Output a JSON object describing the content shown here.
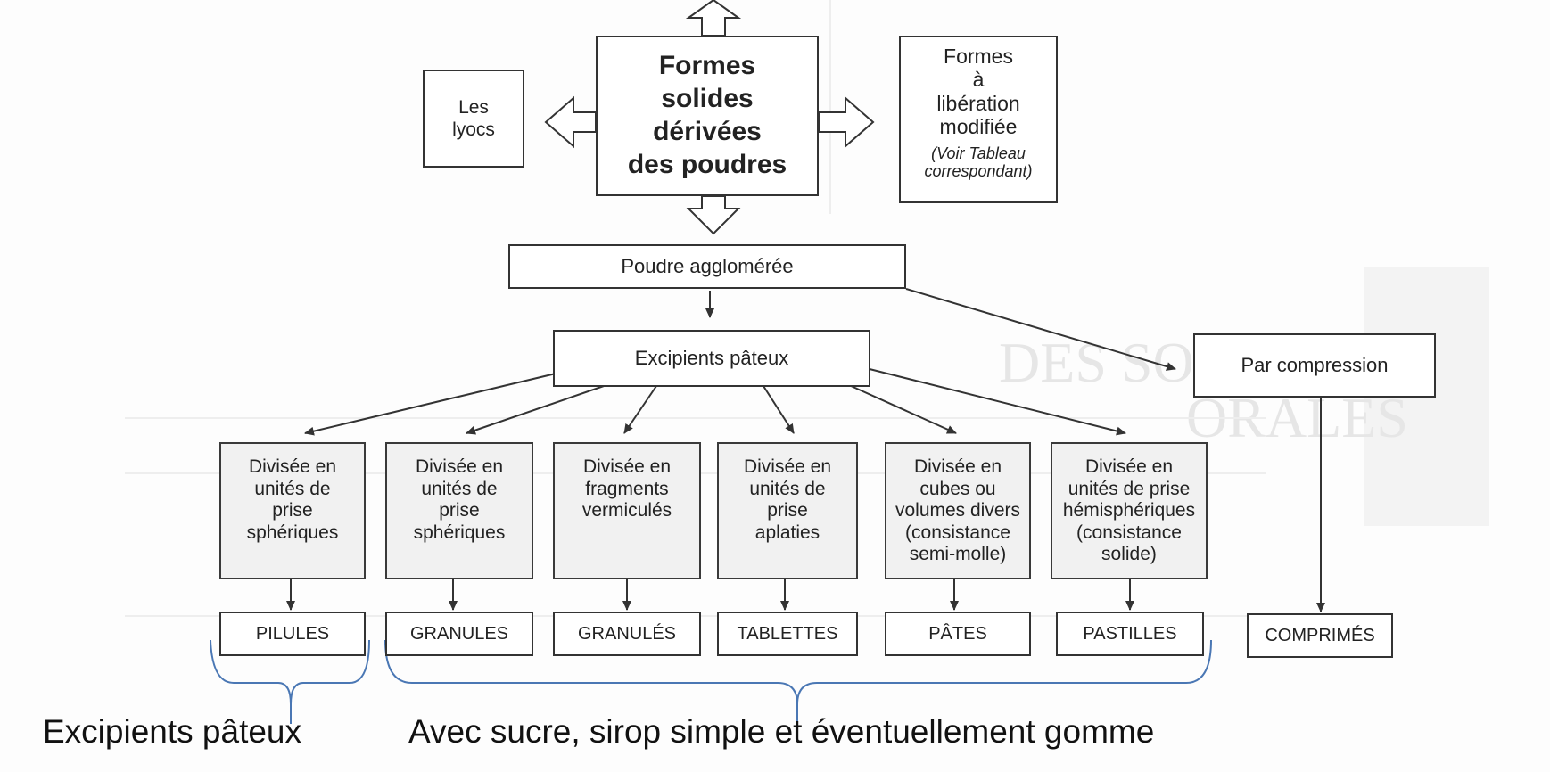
{
  "main_box": "Formes\nsolides\ndérivées\ndes poudres",
  "lyocs_box": "Les\nlyocs",
  "liberation_box": {
    "title": "Formes\nà\nlibération\nmodifiée",
    "note": "(Voir Tableau\ncorrespondant)"
  },
  "poudre_box": "Poudre agglomérée",
  "excipients_box": "Excipients pâteux",
  "compression_box": "Par compression",
  "divisions": [
    "Divisée en\nunités de\nprise\nsphériques",
    "Divisée en\nunités de\nprise\nsphériques",
    "Divisée en\nfragments\nvermiculés",
    "Divisée en\nunités de\nprise\naplaties",
    "Divisée en\ncubes ou\nvolumes divers\n(consistance\nsemi-molle)",
    "Divisée en\nunités de prise\nhémisphériques\n(consistance\nsolide)"
  ],
  "products": [
    "PILULES",
    "GRANULES",
    "GRANULÉS",
    "TABLETTES",
    "PÂTES",
    "PASTILLES"
  ],
  "compression_product": "COMPRIMÉS",
  "captions": {
    "left": "Excipients pâteux",
    "right": "Avec sucre, sirop simple et éventuellement gomme"
  },
  "colors": {
    "bracket": "#4a77b4",
    "box_border": "#333333",
    "shaded_fill": "#f1f1f1"
  }
}
